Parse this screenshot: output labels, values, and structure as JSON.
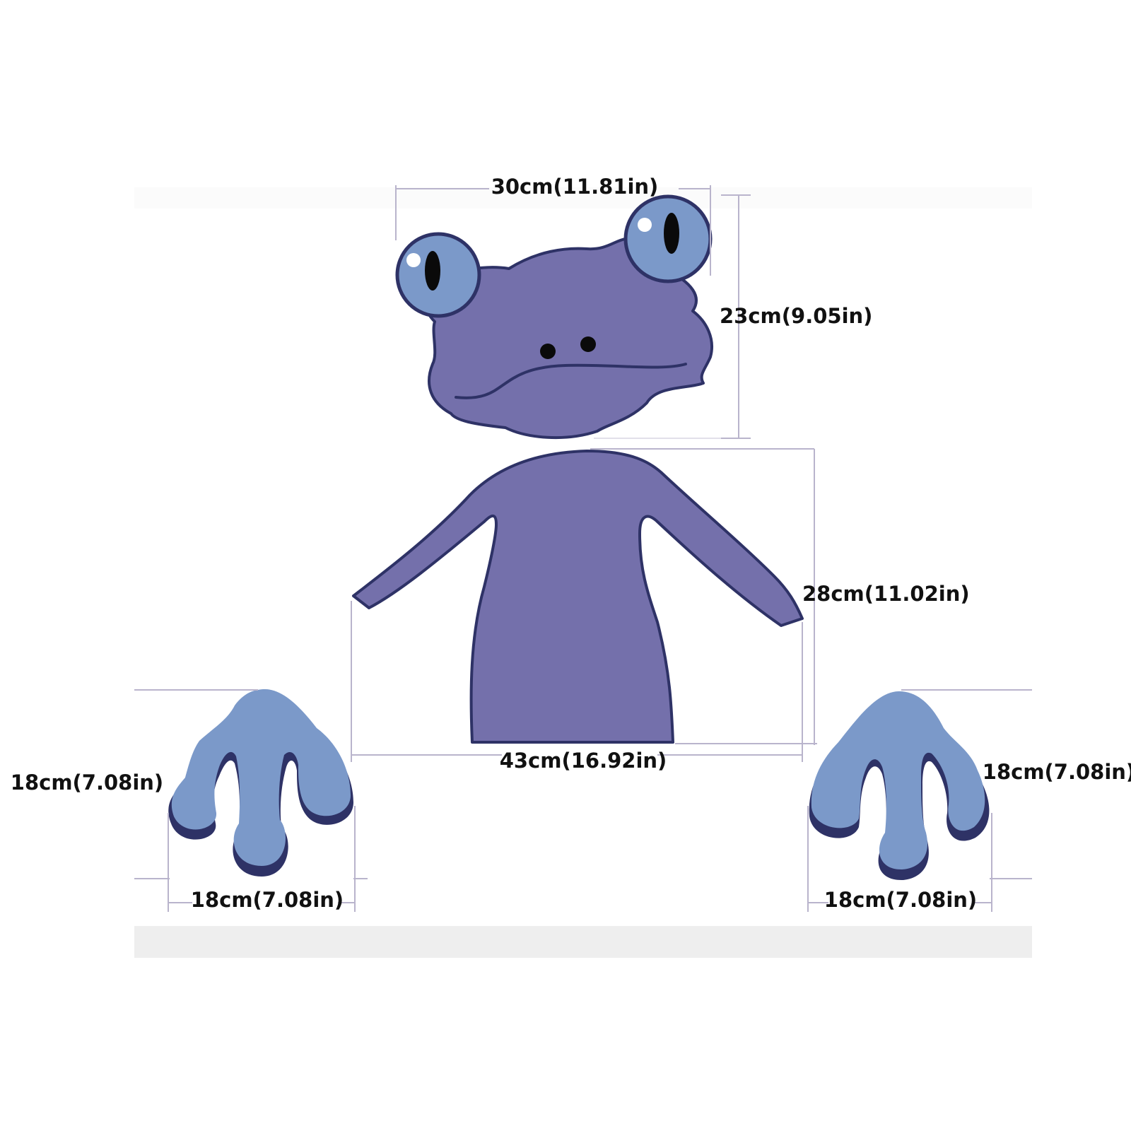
{
  "colors": {
    "body": "#7470ab",
    "outline": "#2e3266",
    "feet": "#7b99c9",
    "eye_iris": "#7b99c9",
    "pupil": "#0a0a0a",
    "highlight": "#ffffff",
    "guide": "#b9b4cc",
    "floor": "#eeeeee",
    "text": "#111111"
  },
  "parts": {
    "head": {
      "width_label": "30cm(11.81in)",
      "height_label": "23cm(9.05in)"
    },
    "torso": {
      "width_label": "43cm(16.92in)",
      "height_label": "28cm(11.02in)"
    },
    "left_foot": {
      "height_label": "18cm(7.08in)",
      "width_label": "18cm(7.08in)"
    },
    "right_foot": {
      "height_label": "18cm(7.08in)",
      "width_label": "18cm(7.08in)"
    }
  }
}
